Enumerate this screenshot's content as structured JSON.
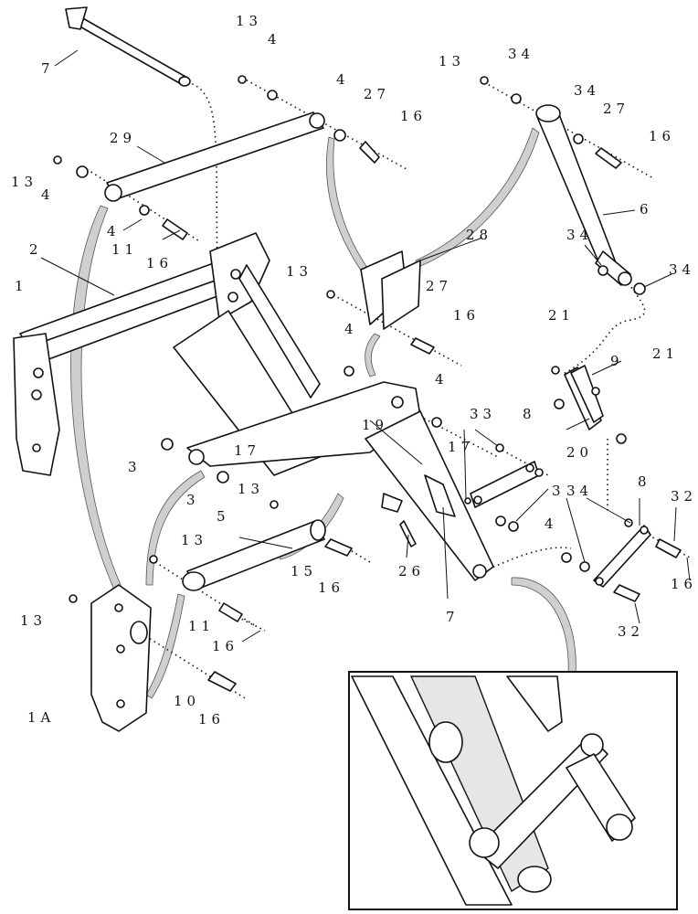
{
  "callouts": {
    "c7_top": "7",
    "c13_a": "13",
    "c4_a": "4",
    "c13_b": "13",
    "c34_a": "34",
    "c29": "29",
    "c4_b": "4",
    "c27_a": "27",
    "c16_a": "16",
    "c34_b": "34",
    "c27_b": "27",
    "c16_b": "16",
    "c13_c": "13",
    "c4_c": "4",
    "c6": "6",
    "c4_d": "4",
    "c11_a": "11",
    "c16_c": "16",
    "c28": "28",
    "c34_c": "34",
    "c34_d": "34",
    "c2": "2",
    "c1": "1",
    "c13_d": "13",
    "c27_c": "27",
    "c16_d": "16",
    "c4_e": "4",
    "c21_a": "21",
    "c21_b": "21",
    "c9": "9",
    "c4_f": "4",
    "c33": "33",
    "c8_a": "8",
    "c19": "19",
    "c17_a": "17",
    "c17_b": "17",
    "c20": "20",
    "c3_a": "3",
    "c3_b": "3",
    "c13_e": "13",
    "c34_e": "34",
    "c3_c": "3",
    "c8_b": "8",
    "c32_a": "32",
    "c5": "5",
    "c13_f": "13",
    "c4_g": "4",
    "c15": "15",
    "c26": "26",
    "c16_e": "16",
    "c16_f": "16",
    "c7_bottom": "7",
    "c13_g": "13",
    "c11_b": "11",
    "c16_g": "16",
    "c1A": "1A",
    "c10": "10",
    "c16_h": "16",
    "c32_b": "32"
  }
}
